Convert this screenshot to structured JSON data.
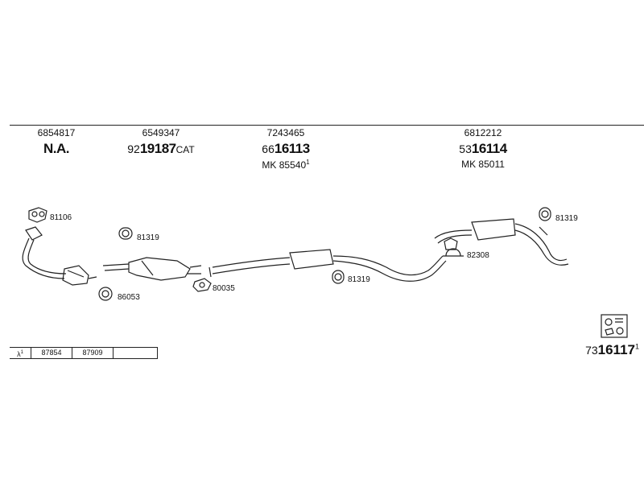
{
  "header_parts": [
    {
      "number": "6854817",
      "name": "N.A.",
      "prefix": "",
      "suffix": "",
      "mk": "",
      "mk_sup": ""
    },
    {
      "number": "6549347",
      "prefix": "92",
      "name": "19187",
      "suffix": "CAT",
      "mk": "",
      "mk_sup": ""
    },
    {
      "number": "7243465",
      "prefix": "66",
      "name": "16113",
      "suffix": "",
      "mk": "MK 85540",
      "mk_sup": "1"
    },
    {
      "number": "6812212",
      "prefix": "53",
      "name": "16114",
      "suffix": "",
      "mk": "MK 85011",
      "mk_sup": ""
    }
  ],
  "part_labels": {
    "gasket_front": "81106",
    "mount_cat": "81319",
    "ring": "86053",
    "gasket_mid": "80035",
    "mount_mid": "81319",
    "clamp": "82308",
    "mount_rear": "81319"
  },
  "lambda_table": {
    "symbol": "λ",
    "symbol_sup": "1",
    "cells": [
      "87854",
      "87909",
      ""
    ]
  },
  "kit": {
    "prefix": "73",
    "number": "16117",
    "sup": "1"
  },
  "icons": {
    "kit_icon": "parts-box-icon"
  }
}
